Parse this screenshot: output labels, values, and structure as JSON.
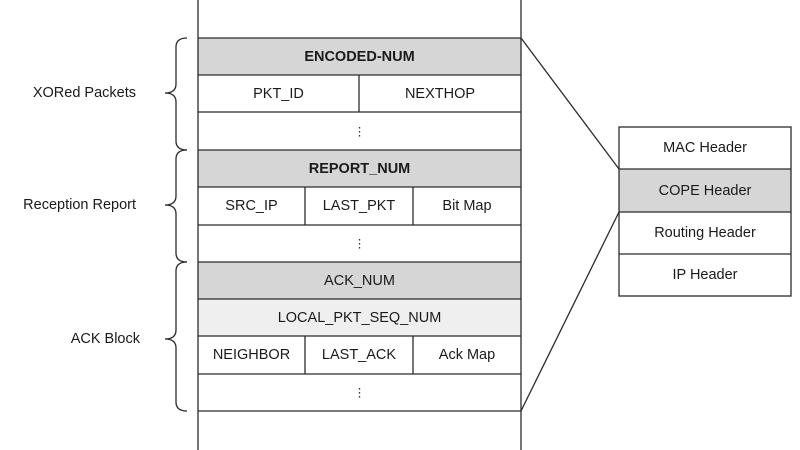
{
  "colors": {
    "line": "#2b2b2b",
    "shade_dark": "#d6d6d6",
    "shade_light": "#efefef",
    "white": "#ffffff"
  },
  "packet": {
    "xored": {
      "brace_label": "XORed Packets",
      "header": "ENCODED-NUM",
      "fields": [
        "PKT_ID",
        "NEXTHOP"
      ],
      "ellipsis": "⋮"
    },
    "reception": {
      "brace_label": "Reception Report",
      "header": "REPORT_NUM",
      "fields": [
        "SRC_IP",
        "LAST_PKT",
        "Bit Map"
      ],
      "ellipsis": "⋮"
    },
    "ack": {
      "brace_label": "ACK Block",
      "header": "ACK_NUM",
      "seq_field": "LOCAL_PKT_SEQ_NUM",
      "fields": [
        "NEIGHBOR",
        "LAST_ACK",
        "Ack Map"
      ],
      "ellipsis": "⋮"
    }
  },
  "header_stack": [
    "MAC Header",
    "COPE Header",
    "Routing Header",
    "IP Header"
  ]
}
